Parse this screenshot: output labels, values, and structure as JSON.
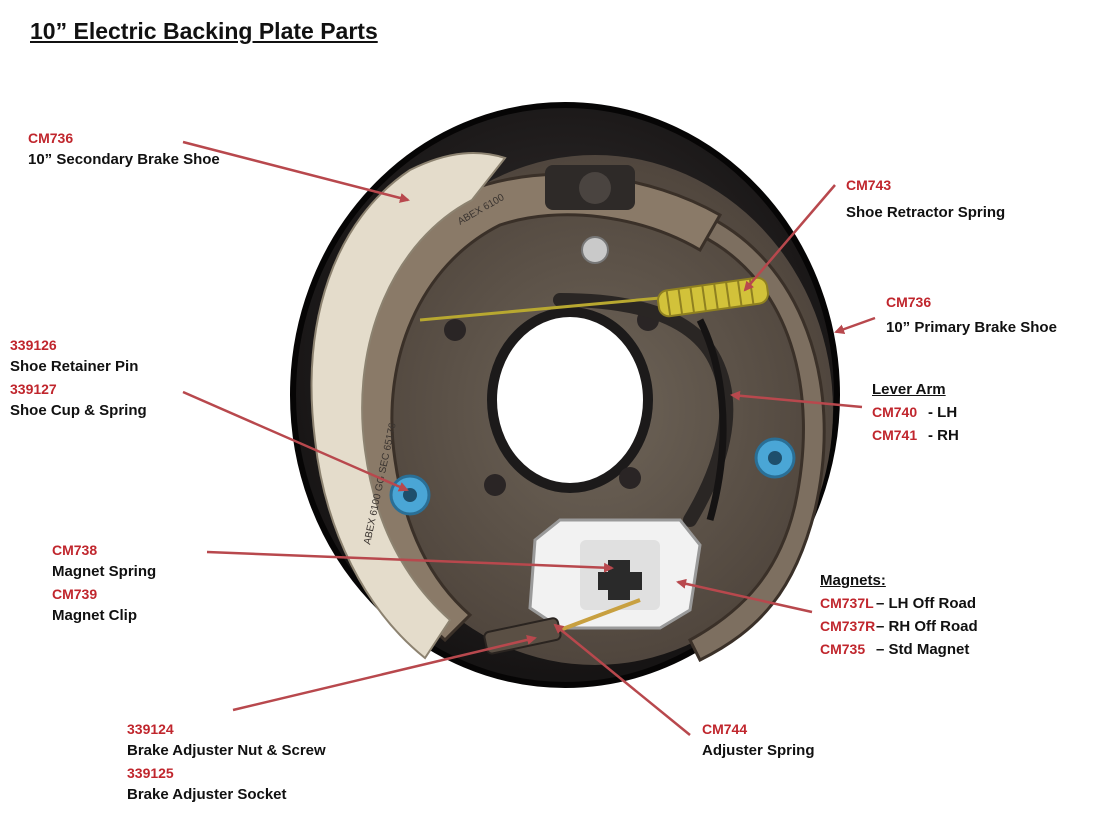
{
  "title": "10” Electric Backing Plate Parts",
  "colors": {
    "code_text": "#c0262d",
    "arrow": "#b8484d",
    "lining": "#e4dccb",
    "shoe_metal": "#8a7a68",
    "backing_plate": "#1c1a1a",
    "retractor_spring": "#d2c23a",
    "shoe_cup": "#4aa6d6"
  },
  "labels": {
    "secondary_shoe": {
      "code": "CM736",
      "desc": "10” Secondary Brake Shoe"
    },
    "retractor_spring": {
      "code": "CM743",
      "desc": "Shoe Retractor Spring"
    },
    "primary_shoe": {
      "code": "CM736",
      "desc": "10” Primary Brake Shoe"
    },
    "retainer": {
      "code1": "339126",
      "desc1": "Shoe Retainer Pin",
      "code2": "339127",
      "desc2": "Shoe Cup & Spring"
    },
    "lever_arm": {
      "heading": "Lever Arm",
      "rows": [
        {
          "code": "CM740",
          "text": "- LH"
        },
        {
          "code": "CM741",
          "text": "- RH"
        }
      ]
    },
    "magnet_spring": {
      "code1": "CM738",
      "desc1": "Magnet Spring",
      "code2": "CM739",
      "desc2": "Magnet Clip"
    },
    "magnets": {
      "heading": "Magnets:",
      "rows": [
        {
          "code": "CM737L",
          "text": "– LH Off Road"
        },
        {
          "code": "CM737R",
          "text": "– RH Off Road"
        },
        {
          "code": "CM735",
          "text": "– Std Magnet"
        }
      ]
    },
    "adjuster": {
      "code1": "339124",
      "desc1": "Brake Adjuster Nut & Screw",
      "code2": "339125",
      "desc2": "Brake Adjuster Socket"
    },
    "adjuster_spring": {
      "code": "CM744",
      "desc": "Adjuster Spring"
    }
  },
  "diagram_text": {
    "lining_stamp_top": "ABEX 6100",
    "lining_stamp_left": "ABEX 6100 GG SEC 65176"
  }
}
